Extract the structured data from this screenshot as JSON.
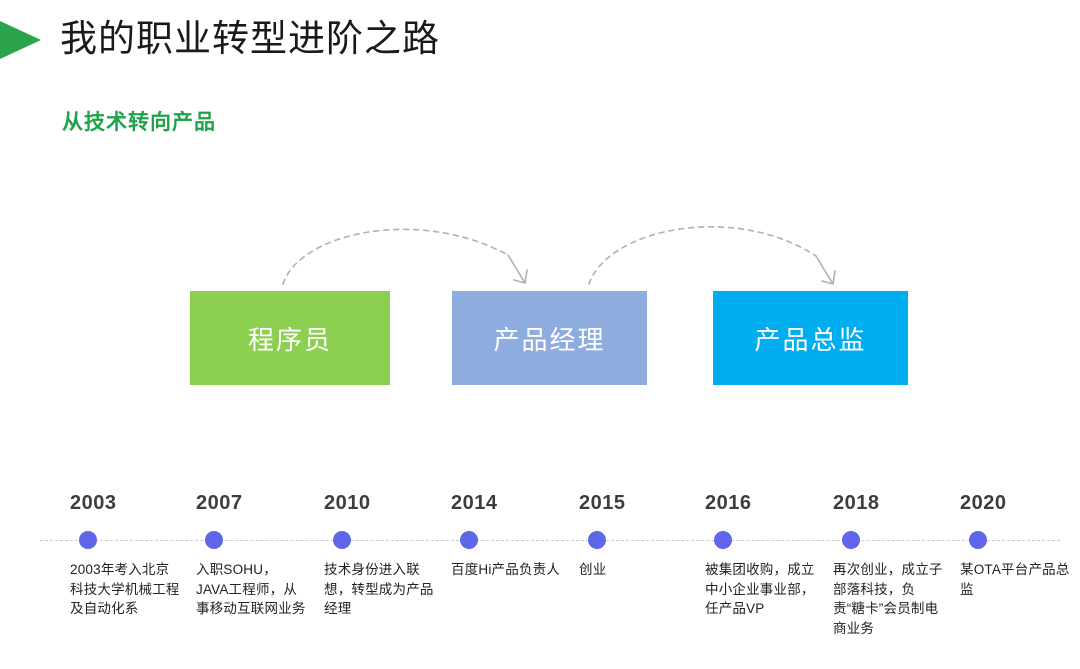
{
  "header": {
    "marker_icon": "triangle-right-icon",
    "title": "我的职业转型进阶之路",
    "subtitle": "从技术转向产品"
  },
  "colors": {
    "marker_green": "#2BA34C",
    "subtitle_green": "#1FA34A",
    "stage_green": "#8CCF51",
    "stage_blue": "#8FACDF",
    "stage_cyan": "#00AEEF",
    "dot_purple": "#6066E8",
    "axis_gray": "#c9c9cf",
    "arrow_gray": "#b0b0b0"
  },
  "stages": [
    {
      "label": "程序员",
      "color": "#8CCF51"
    },
    {
      "label": "产品经理",
      "color": "#8FACDF"
    },
    {
      "label": "产品总监",
      "color": "#00AEEF"
    }
  ],
  "arrows": [
    {
      "from": "程序员",
      "to": "产品经理",
      "style": "dashed-curved-arrow"
    },
    {
      "from": "产品经理",
      "to": "产品总监",
      "style": "dashed-curved-arrow"
    }
  ],
  "timeline": {
    "items": [
      {
        "year": "2003",
        "desc": "2003年考入北京科技大学机械工程及自动化系"
      },
      {
        "year": "2007",
        "desc": "入职SOHU，JAVA工程师，从事移动互联网业务"
      },
      {
        "year": "2010",
        "desc": "技术身份进入联想，转型成为产品经理"
      },
      {
        "year": "2014",
        "desc": "百度Hi产品负责人"
      },
      {
        "year": "2015",
        "desc": "创业"
      },
      {
        "year": "2016",
        "desc": "被集团收购，成立中小企业事业部，任产品VP"
      },
      {
        "year": "2018",
        "desc": "再次创业，成立子部落科技，负责“糖卡”会员制电商业务"
      },
      {
        "year": "2020",
        "desc": "某OTA平台产品总监"
      }
    ]
  }
}
